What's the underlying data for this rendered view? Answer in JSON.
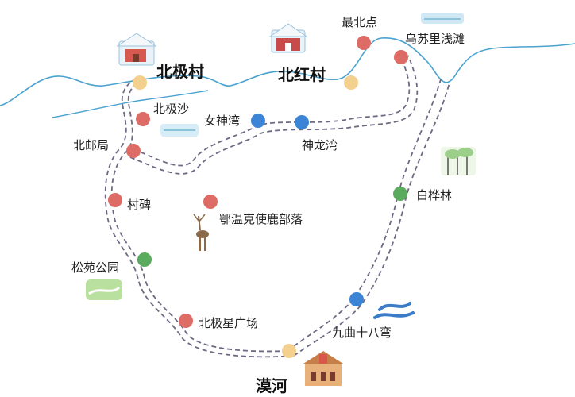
{
  "places": {
    "beijicun": "北极村",
    "beihongcun": "北红村",
    "mohe": "漠河",
    "zuibeidian": "最北点",
    "wusuli": "乌苏里浅滩",
    "beijisha": "北极沙",
    "nvshenwan": "女神湾",
    "shenlongwan": "神龙湾",
    "beiyouju": "北邮局",
    "cunbei": "村碑",
    "eluoke": "鄂温克使鹿部落",
    "baihualin": "白桦林",
    "songyuan": "松苑公园",
    "beijixing": "北极星广场",
    "jiuqu": "九曲十八弯"
  },
  "colors": {
    "red_dot": "#dd6b66",
    "blue_dot": "#3b84d6",
    "green_dot": "#5bab5e",
    "yellow_dot": "#f3d08e",
    "river": "#4aa2cf",
    "route": "#6e6a84"
  }
}
